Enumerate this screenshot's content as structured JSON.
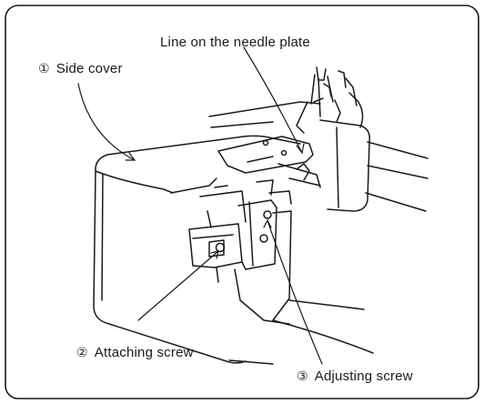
{
  "labels": {
    "line_on_needle_plate": "Line on the needle plate",
    "side_cover": {
      "number": "①",
      "text": "Side cover"
    },
    "attaching_screw": {
      "number": "②",
      "text": "Attaching screw"
    },
    "adjusting_screw": {
      "number": "③",
      "text": "Adjusting screw"
    }
  },
  "colors": {
    "ink": "#1a1a1a",
    "background": "#ffffff"
  }
}
